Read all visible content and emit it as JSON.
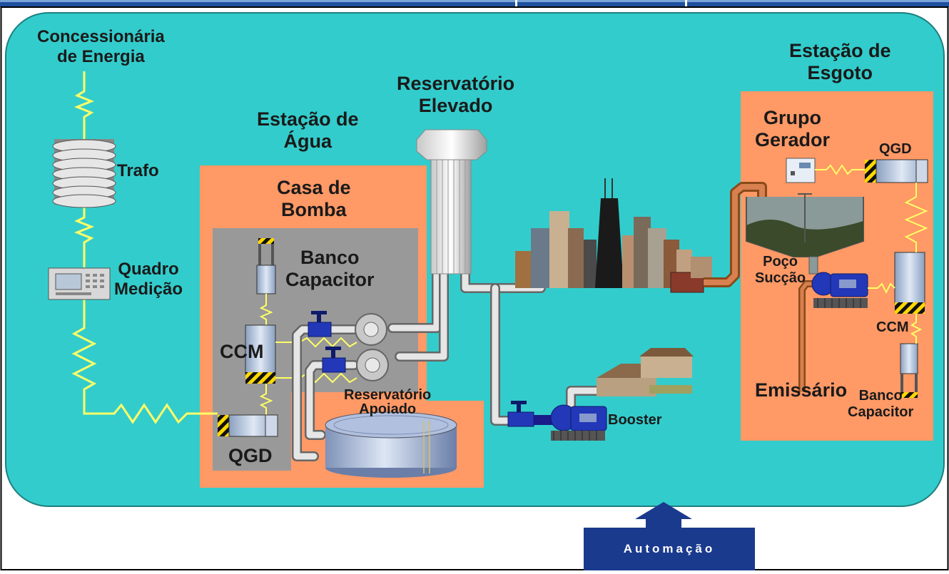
{
  "labels": {
    "concessionaria": [
      "Concessionária",
      "de Energia"
    ],
    "trafo": "Trafo",
    "quadro": [
      "Quadro",
      "Medição"
    ],
    "estacao_agua": [
      "Estação de",
      "Água"
    ],
    "reservatorio_elevado": [
      "Reservatório",
      "Elevado"
    ],
    "casa_bomba": [
      "Casa de",
      "Bomba"
    ],
    "banco_capacitor_left": [
      "Banco",
      "Capacitor"
    ],
    "ccm_left": "CCM",
    "qgd_left": "QGD",
    "reservatorio_apoiado": [
      "Reservatório",
      "Apoiado"
    ],
    "booster": "Booster",
    "estacao_esgoto": [
      "Estação de",
      "Esgoto"
    ],
    "grupo_gerador": [
      "Grupo",
      "Gerador"
    ],
    "qgd_right": "QGD",
    "poco_succao": [
      "Poço",
      "Sucção"
    ],
    "ccm_right": "CCM",
    "emissario": "Emissário",
    "banco_capacitor_right": [
      "Banco",
      "Capacitor"
    ]
  },
  "automacao": "Automação",
  "colors": {
    "background_panel": "#33cccc",
    "station_box": "#ff9966",
    "pump_room": "#999999",
    "cable": "#ffff66",
    "automation": "#1a3a8e"
  }
}
